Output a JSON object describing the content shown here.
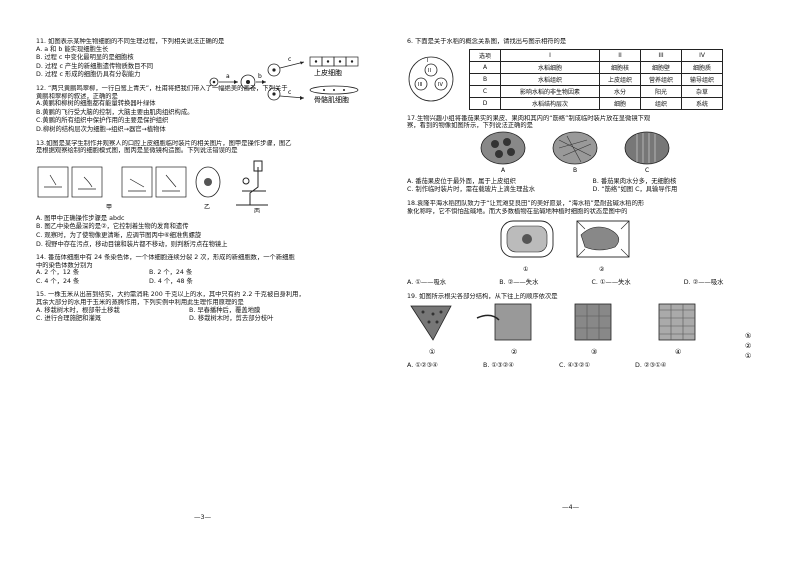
{
  "left_page": {
    "q11": {
      "stem": "11. 如图表示某种生物细胞的不同生理过程，下列相关说法正确的是",
      "options": [
        "A. a 和 b 能实现细胞生长",
        "B. 过程 c 中变化最明显的是细胞核",
        "D. 过程 c 产生的新细胞遗传物质数目不同",
        "D. 过程 c 形成的细胞仍具有分裂能力"
      ],
      "fig_labels": {
        "a": "a",
        "b": "b",
        "c": "c",
        "epi": "上皮细胞",
        "muscle": "骨骼肌细胞"
      }
    },
    "q12": {
      "stem1": "12. “两只黄鹂鸣翠柳，一行白鹭上青天”，杜甫将把我们带入了一幅绝美的画卷，下列关于",
      "stem2": "黄鹂和翠柳的叙述，正确的是",
      "options": [
        "A.黄鹂和柳树的细胞都有能量转换器叶绿体",
        "B.黄鹂的飞行受大脑的控制，大脑主要由肌肉组织构成。",
        "C.黄鹂的所有组织中保护作用的主要是保护组织",
        "D.柳树的结构层次为细胞→组织→器官→植物体"
      ]
    },
    "q13": {
      "stem1": "13.如图是某学生制作并观察人的口腔上皮细胞临时装片的相关图片，图甲是操作步骤，图乙",
      "stem2": "是根据观察绘制的细胞模式图，图丙是显微镜构造图。下列说法错误的是",
      "fig_labels": {
        "jia": "甲",
        "yi": "乙",
        "bing": "丙"
      },
      "options": [
        "A. 图甲中正确操作步骤是 abdc",
        "B. 图乙中染色最深的是②，它控制着生物的发育和遗传",
        "C. 观察时，为了使物像更清晰，应调节图丙中⑥细准焦螺旋",
        "D. 视野中存在污点，移动目镜和装片都不移动，则判断污点在物镜上"
      ]
    },
    "q14": {
      "stem1": "14. 番茄体细胞中有 24 条染色体，一个体细胞连续分裂 2 次，形成的新细胞数，一个新细胞",
      "stem2": "中的染色体数分别为",
      "options": [
        "A. 2 个，12 条",
        "B. 2 个，24 条",
        "C. 4 个，24 条",
        "D. 4 个，48 条"
      ]
    },
    "q15": {
      "stem1": "15. 一株玉米从出苗到结实，大约需消耗 200 千克以上的水，其中只有约 2.2 千克被自身利用，",
      "stem2": "其余大部分的水用于玉米的蒸腾作用，下列实例中利用此生理作用原理的是",
      "options": [
        "A. 移栽树木时，根部带土移栽",
        "B. 早春播种后，覆盖地膜",
        "C. 进行合理施肥和灌溉",
        "D. 移栽树木时，剪去部分枝叶"
      ]
    },
    "page_number": "—3—"
  },
  "right_page": {
    "q6": {
      "stem": "6. 下面是关于水稻的概念关系图，请找出与图示相符的是",
      "circle_labels": [
        "I",
        "II",
        "III",
        "IV"
      ],
      "table": {
        "headers": [
          "选项",
          "I",
          "II",
          "III",
          "IV"
        ],
        "rows": [
          [
            "A",
            "水稻细胞",
            "细胞核",
            "细胞壁",
            "细胞质"
          ],
          [
            "B",
            "水稻组织",
            "上皮组织",
            "营养组织",
            "输导组织"
          ],
          [
            "C",
            "影响水稻的非生物因素",
            "水分",
            "阳光",
            "杂草"
          ],
          [
            "D",
            "水稻结构层次",
            "细胞",
            "组织",
            "系统"
          ]
        ]
      }
    },
    "q17": {
      "stem1": "17.生物兴趣小组将番茄果实的果皮、果肉和其内的“筋络”制成临时装片放在显微镜下观",
      "stem2": "察，看到的物像如图所示，下列说法正确的是",
      "fig_labels": [
        "A",
        "B",
        "C"
      ],
      "options": [
        "A. 番茄果皮位于最外面，属于上皮组织",
        "B. 番茄果肉水分多，无细胞核",
        "C. 制作临时装片时，需在载玻片上滴生理盐水",
        "D. “筋络”如图 C，具输导作用"
      ]
    },
    "q18": {
      "stem1": "18.袁隆平海水稻团队致力于“让荒滩变良田”的美好愿景，“海水稻”是耐盐碱水稻的形",
      "stem2": "象化称呼，它不惧怕盐碱地。而大多数植物在盐碱地种植时细胞的状态是图中的",
      "fig_labels": [
        "①",
        "②"
      ],
      "options": [
        "A. ①——吸水",
        "B. ②——失水",
        "C. ①——失水",
        "D. ②——吸水"
      ]
    },
    "q19": {
      "stem": "19. 如图所示根尖各部分结构，从下往上的顺序依次是",
      "fig_labels": [
        "①",
        "②",
        "③",
        "④"
      ],
      "side_labels": [
        "⑤",
        "②",
        "①"
      ],
      "options": [
        "A. ①②③④",
        "B. ①③②④",
        "C. ④③②①",
        "D. ②③①④"
      ]
    },
    "page_number": "—4—"
  }
}
